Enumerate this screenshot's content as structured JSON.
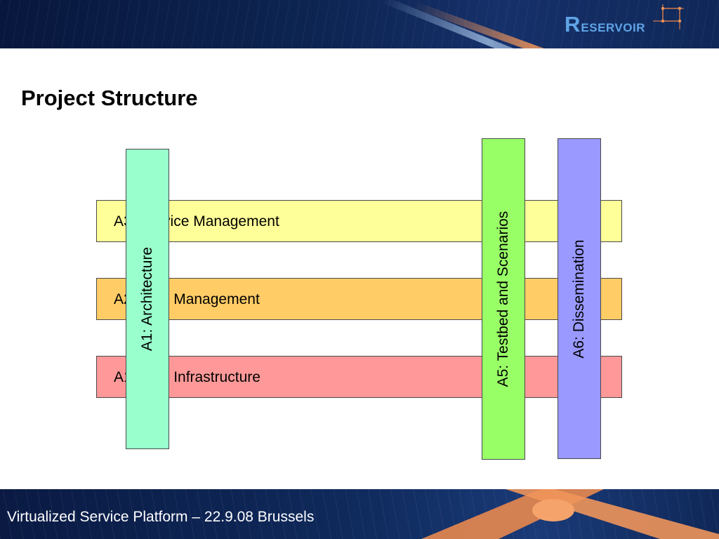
{
  "header": {
    "logo": {
      "initial": "R",
      "rest": "ESERVOIR",
      "color": "#5fa4e6"
    },
    "banner_color": "#0d2552"
  },
  "title": "Project Structure",
  "diagram": {
    "horizontal_bars": [
      {
        "key": "a3",
        "label": "A3: Service Management",
        "color": "#ffff99"
      },
      {
        "key": "a2",
        "label": "A2: VEE Management",
        "color": "#ffcc66"
      },
      {
        "key": "a1",
        "label": "A1: VEE Infrastructure",
        "color": "#ff9999"
      }
    ],
    "vertical_bars": [
      {
        "key": "a1",
        "label": "A1: Architecture",
        "color": "#99ffcc"
      },
      {
        "key": "a5",
        "label": "A5: Testbed and Scenarios",
        "color": "#99ff66"
      },
      {
        "key": "a6",
        "label": "A6: Dissemination",
        "color": "#9999ff"
      }
    ]
  },
  "footer": {
    "text": "Virtualized Service Platform – 22.9.08 Brussels",
    "accent_color": "#f0955a"
  }
}
